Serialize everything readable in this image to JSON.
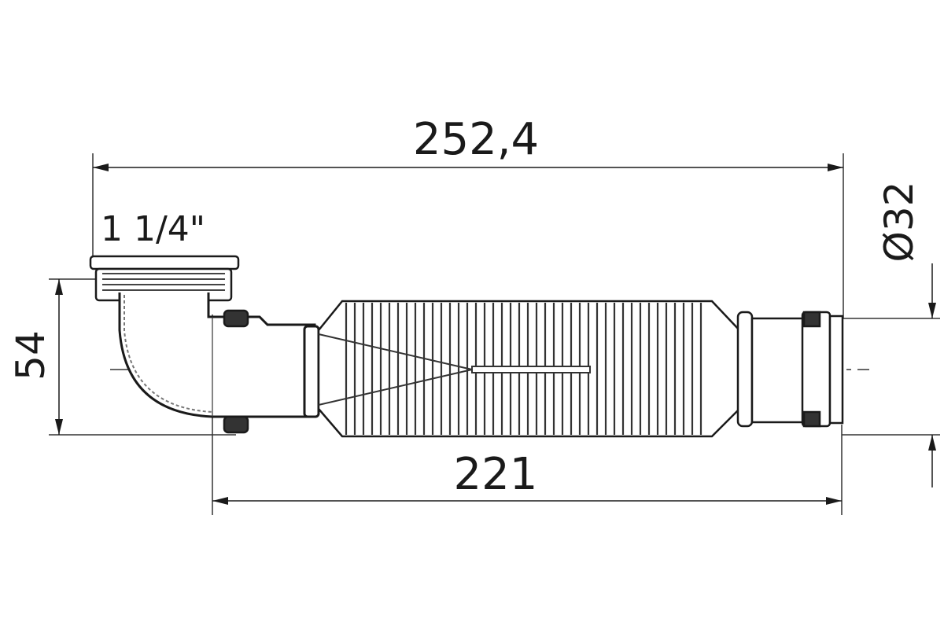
{
  "dimensions": {
    "overall_length": "252,4",
    "thread_size": "1 1/4\"",
    "height": "54",
    "pipe_length": "221",
    "outlet_diameter": "Ø32"
  },
  "colors": {
    "line": "#1a1a1a",
    "fill": "#ffffff",
    "hatch": "#555555"
  }
}
